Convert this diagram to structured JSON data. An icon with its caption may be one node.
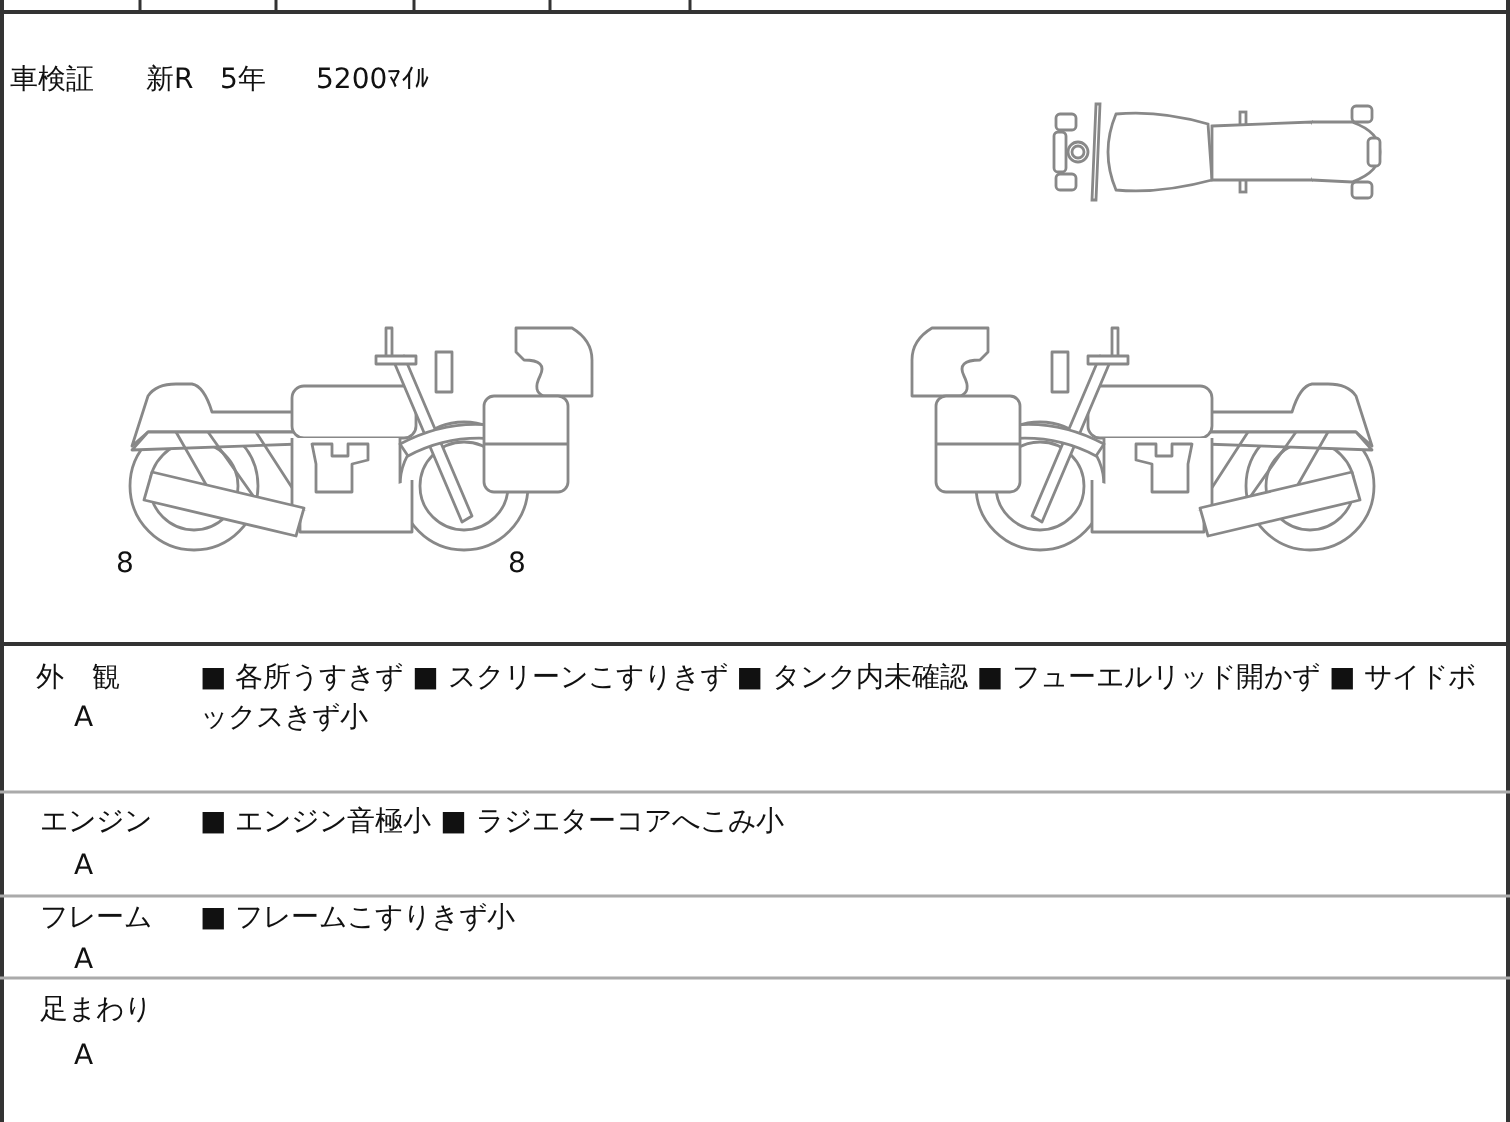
{
  "diagram": {
    "labels": [
      "車検証",
      "新R",
      "5年",
      "5200ﾏｲﾙ",
      "8",
      "8",
      "外　観",
      "A",
      "■ 各所うすきず ■ スクリーンこすりきず ■ タンク内未確認 ■ フューエルリッド開かず ■ サイドボックスきず小",
      "エンジン",
      "A",
      "■ エンジン音極小 ■ ラジエターコアへこみ小",
      "フレーム",
      "A",
      "■ フレームこすりきず小",
      "足まわり",
      "A"
    ]
  }
}
